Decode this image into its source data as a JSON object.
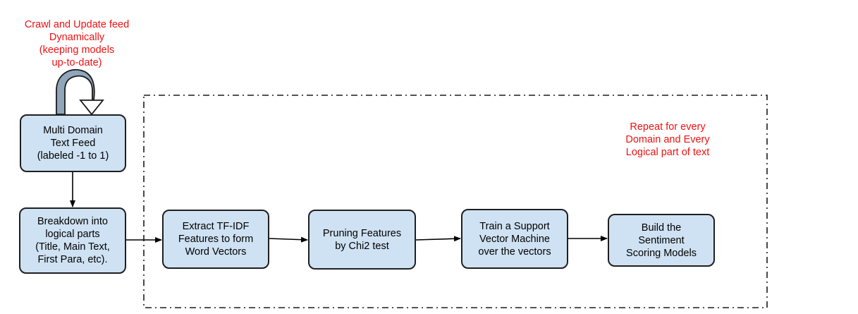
{
  "colors": {
    "box_fill": "#cfe2f3",
    "box_border": "#1f1f1f",
    "arrow": "#000000",
    "annotation_text": "#ee1111",
    "loop_arrow_fill": "#8fa6bb"
  },
  "annotations": {
    "crawl_note": "Crawl and Update feed\nDynamically\n(keeping models\nup-to-date)",
    "repeat_note": "Repeat for every\nDomain and Every\nLogical part of text"
  },
  "nodes": {
    "text_feed": "Multi Domain\nText Feed\n(labeled -1 to 1)",
    "breakdown": "Breakdown into\nlogical parts\n(Title, Main Text,\nFirst Para, etc).",
    "extract_tfidf": "Extract TF-IDF\nFeatures to form\nWord Vectors",
    "pruning": "Pruning Features\nby Chi2 test",
    "train_svm": "Train a Support\nVector Machine\nover the vectors",
    "build_models": "Build the\nSentiment\nScoring Models"
  },
  "icons": {
    "loop": "curved-loop-arrow-icon"
  }
}
